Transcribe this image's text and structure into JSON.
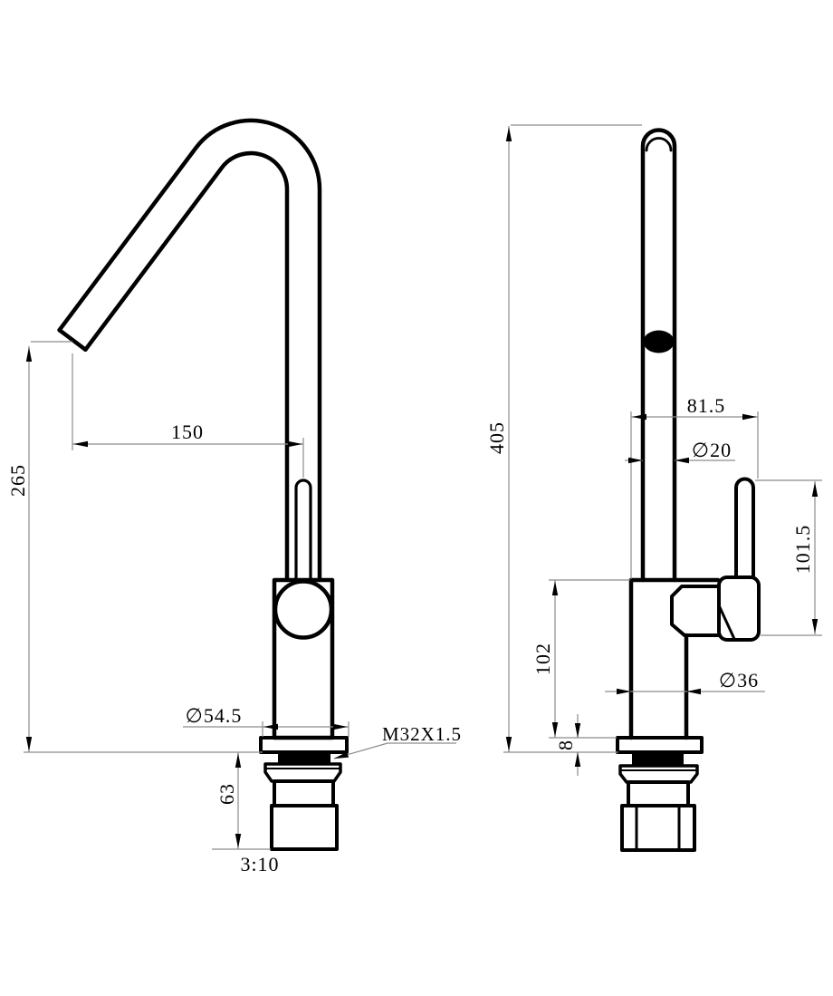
{
  "drawing": {
    "type": "technical-dimension-drawing",
    "subject": "kitchen-faucet-two-views",
    "background": "#ffffff",
    "line_color": "#000000",
    "dimension_line_color": "#8c8c8c"
  },
  "dimensions": {
    "front_view": {
      "spout_reach": "150",
      "spout_height": "265",
      "flange_diameter": "∅54.5",
      "thread_spec": "M32X1.5",
      "shank_length": "63",
      "taper_note": "3:10"
    },
    "side_view": {
      "total_height": "405",
      "handle_offset": "81.5",
      "spout_pipe_diameter": "∅20",
      "handle_height": "101.5",
      "body_height": "102",
      "flange_thickness": "8",
      "body_diameter": "∅36"
    }
  }
}
